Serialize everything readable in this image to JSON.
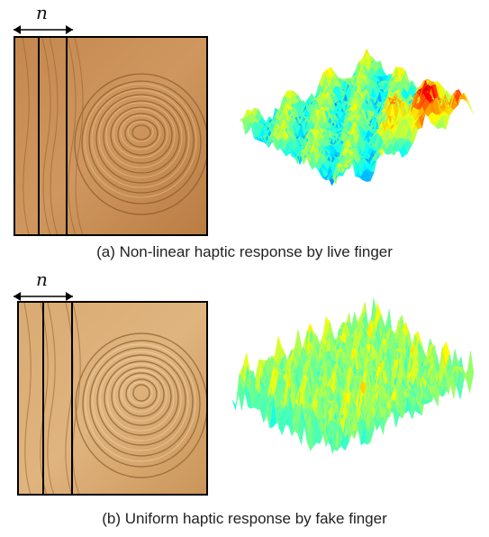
{
  "panels": [
    {
      "symbol": "n",
      "caption": "(a) Non-linear haptic response by live finger",
      "fingerprint_color": "#c98f56",
      "surface_type": "non-linear"
    },
    {
      "symbol": "n",
      "caption": "(b) Uniform haptic response by fake finger",
      "fingerprint_color": "#d6a56b",
      "surface_type": "uniform"
    }
  ]
}
